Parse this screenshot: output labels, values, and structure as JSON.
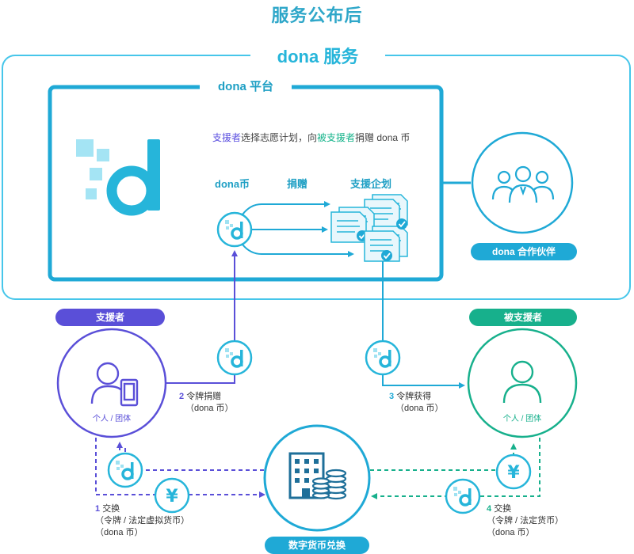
{
  "title": "服务公布后",
  "service_title": "dona 服务",
  "platform_title": "dona 平台",
  "description": {
    "supporter": "支援者",
    "text1": "选择志愿计划，向",
    "beneficiary": "被支援者",
    "text2": "捐赠 dona 币"
  },
  "columns": {
    "coin": "dona币",
    "donate": "捐赠",
    "plan": "支援企划"
  },
  "partner_label": "dona 合作伙伴",
  "supporter_label": "支援者",
  "beneficiary_label": "被支援者",
  "supporter_sub": "个人 / 团体",
  "beneficiary_sub": "个人 / 团体",
  "exchange_label": "数字货币兑换",
  "steps": {
    "s1_num": "1",
    "s1_line1": "交换",
    "s1_line2": "（令牌 / 法定虚拟货币）",
    "s1_line3": "（dona 币）",
    "s2_num": "2",
    "s2_line1": "令牌捐赠",
    "s2_line2": "（dona 币）",
    "s3_num": "3",
    "s3_line1": "令牌获得",
    "s3_line2": "（dona 币）",
    "s4_num": "4",
    "s4_line1": "交换",
    "s4_line2": "（令牌 / 法定货币）",
    "s4_line3": "（dona 币）"
  },
  "yen_symbol": "¥",
  "colors": {
    "brand": "#26b5da",
    "purple": "#5a4fd8",
    "green": "#17b08c",
    "dark_blue": "#1e9fc4"
  }
}
